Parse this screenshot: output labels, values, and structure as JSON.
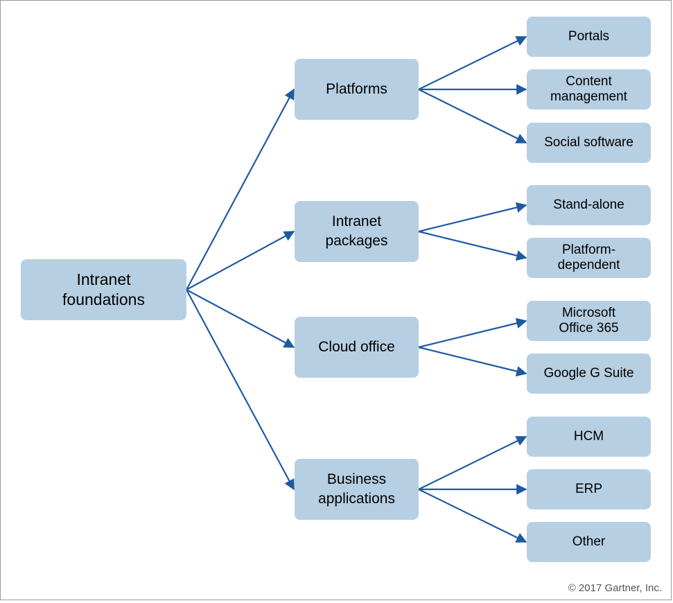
{
  "diagram": {
    "root": {
      "id": "root",
      "label": "Intranet\nfoundations"
    },
    "categories": [
      {
        "id": "platforms",
        "label": "Platforms",
        "children": [
          {
            "id": "portals",
            "label": "Portals"
          },
          {
            "id": "content-management",
            "label": "Content\nmanagement"
          },
          {
            "id": "social-software",
            "label": "Social software"
          }
        ]
      },
      {
        "id": "intranet-packages",
        "label": "Intranet\npackages",
        "children": [
          {
            "id": "stand-alone",
            "label": "Stand-alone"
          },
          {
            "id": "platform-dependent",
            "label": "Platform-\ndependent"
          }
        ]
      },
      {
        "id": "cloud-office",
        "label": "Cloud office",
        "children": [
          {
            "id": "microsoft-office-365",
            "label": "Microsoft\nOffice 365"
          },
          {
            "id": "google-g-suite",
            "label": "Google G Suite"
          }
        ]
      },
      {
        "id": "business-applications",
        "label": "Business\napplications",
        "children": [
          {
            "id": "hcm",
            "label": "HCM"
          },
          {
            "id": "erp",
            "label": "ERP"
          },
          {
            "id": "other",
            "label": "Other"
          }
        ]
      }
    ],
    "copyright": "© 2017 Gartner, Inc."
  },
  "colors": {
    "node_fill": "#b7cfe2",
    "arrow": "#1f5aa0",
    "frame": "#9a9a9a"
  }
}
